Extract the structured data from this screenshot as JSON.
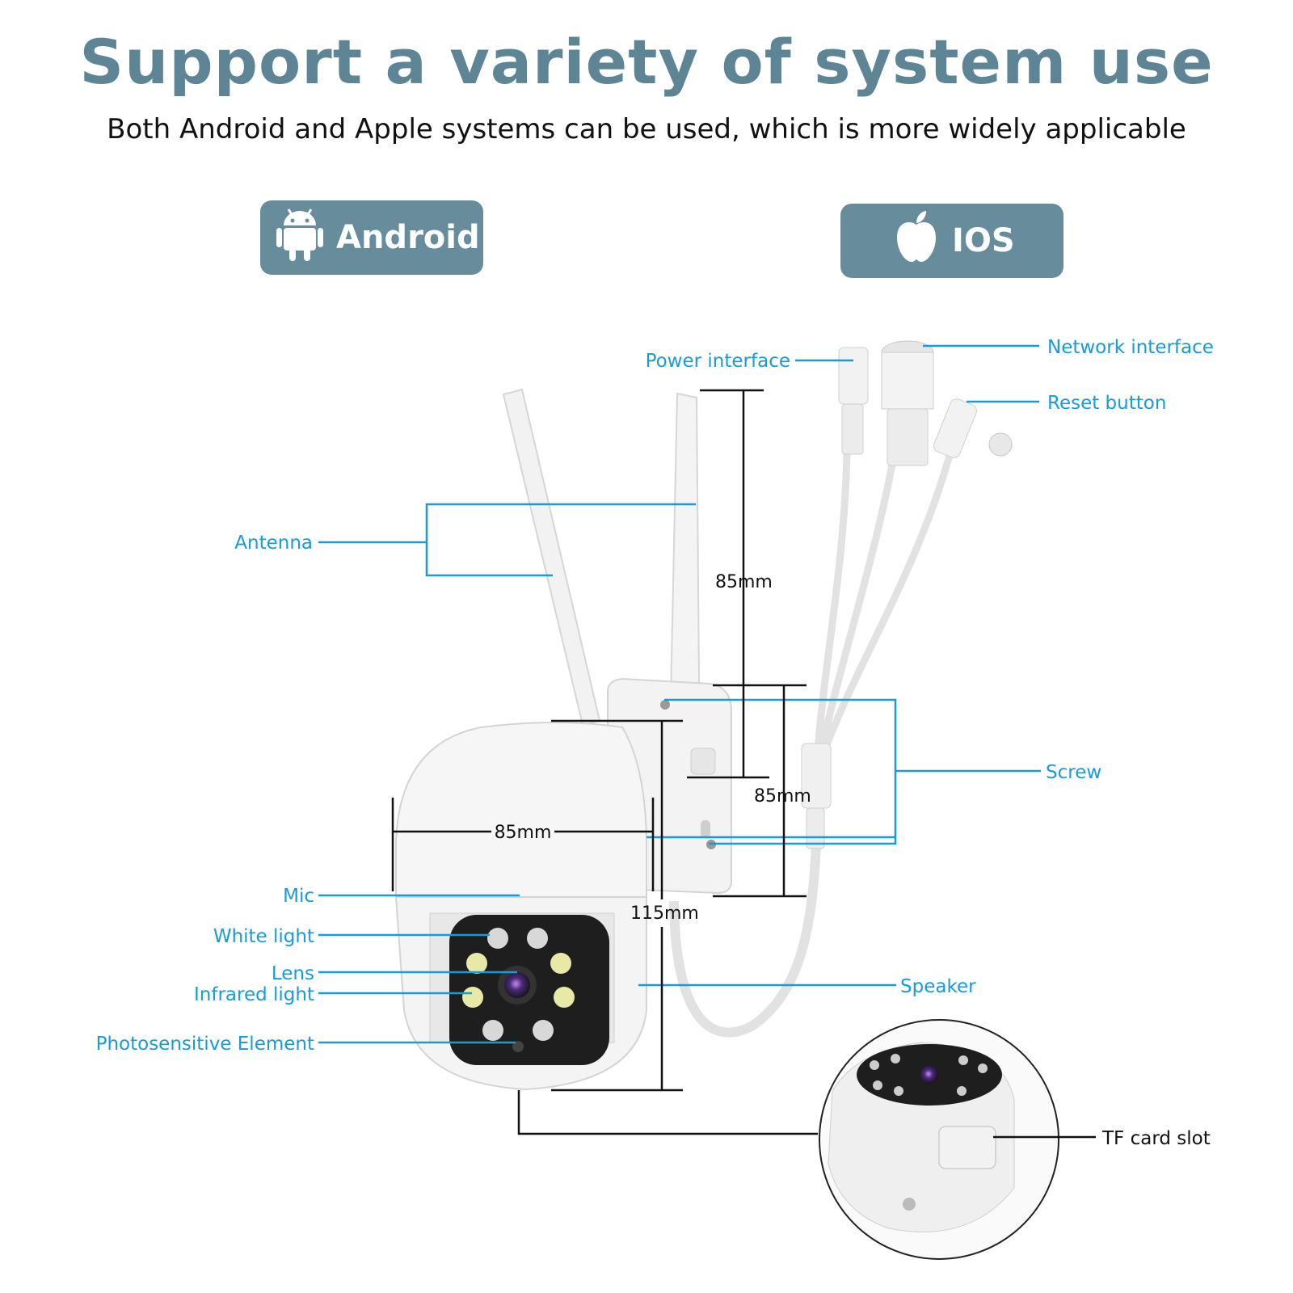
{
  "header": {
    "title": "Support a variety of system use",
    "subtitle": "Both Android and Apple systems can be used, which is more widely applicable"
  },
  "badges": {
    "android": {
      "label": "Android",
      "icon": "android-icon"
    },
    "ios": {
      "label": "IOS",
      "icon": "apple-icon"
    }
  },
  "labels": {
    "power_interface": "Power interface",
    "network_interface": "Network interface",
    "reset_button": "Reset button",
    "antenna": "Antenna",
    "screw": "Screw",
    "mic": "Mic",
    "white_light": "White light",
    "lens": "Lens",
    "infrared_light": "Infrared light",
    "photosensitive_element": "Photosensitive Element",
    "speaker": "Speaker",
    "tf_card_slot": "TF card slot"
  },
  "dimensions": {
    "antenna_height": "85mm",
    "mount_height": "85mm",
    "dome_width": "85mm",
    "total_height": "115mm"
  },
  "colors": {
    "title": "#5e8596",
    "badge": "#678d9d",
    "callout": "#1a9ad7"
  }
}
